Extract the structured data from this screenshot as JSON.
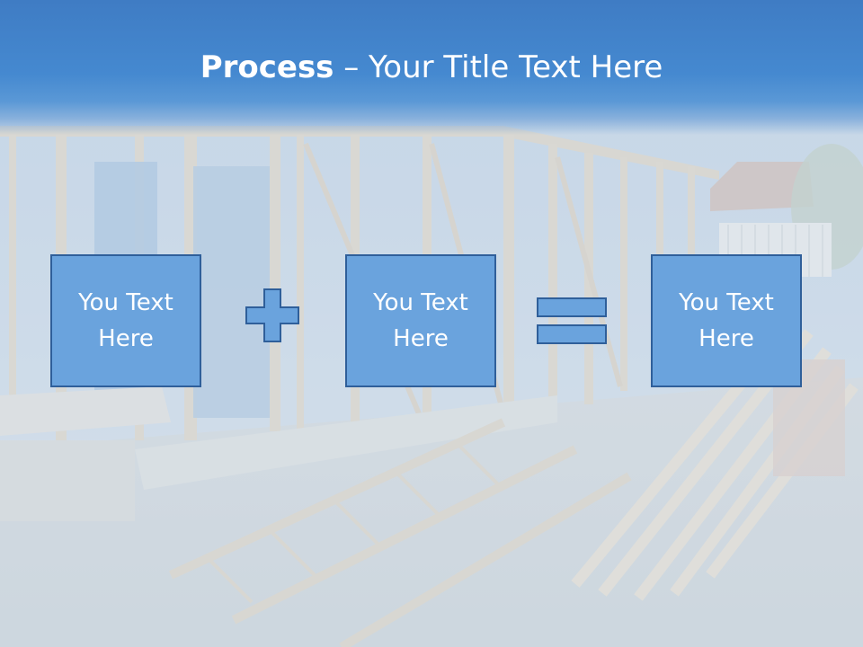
{
  "slide": {
    "title_bold": "Process",
    "title_rest": " – Your Title Text Here",
    "boxes": [
      {
        "label": "You Text Here"
      },
      {
        "label": "You Text Here"
      },
      {
        "label": "You Text Here"
      }
    ],
    "operators": [
      "plus-icon",
      "equals-icon"
    ],
    "colors": {
      "title_bar": "#3f7cc4",
      "box_fill": "#6aa3dd",
      "box_border": "#2f5f9a",
      "text": "#ffffff"
    }
  }
}
